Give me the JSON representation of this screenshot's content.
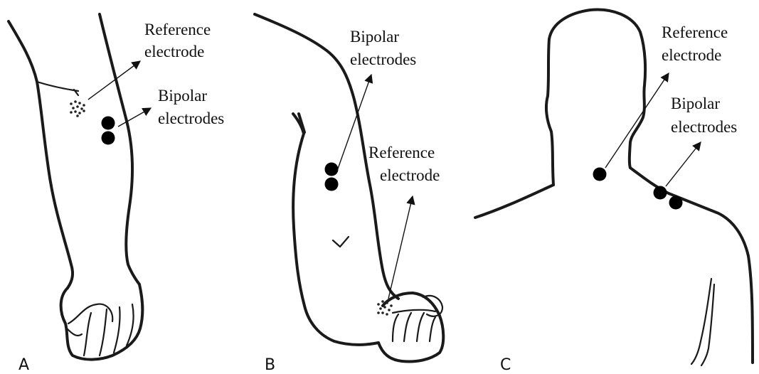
{
  "panels": [
    {
      "letter": "A",
      "reference_label": [
        "Reference",
        "electrode"
      ],
      "bipolar_label": [
        "Bipolar",
        "electrodes"
      ]
    },
    {
      "letter": "B",
      "bipolar_label": [
        "Bipolar",
        "electrodes"
      ],
      "reference_label": [
        "Reference",
        "electrode"
      ]
    },
    {
      "letter": "C",
      "reference_label": [
        "Reference",
        "electrode"
      ],
      "bipolar_label": [
        "Bipolar",
        "electrodes"
      ]
    }
  ],
  "icons": {
    "bipolar_electrode": "circled-x-icon",
    "reference_electrode": "dotted-cluster-icon"
  }
}
